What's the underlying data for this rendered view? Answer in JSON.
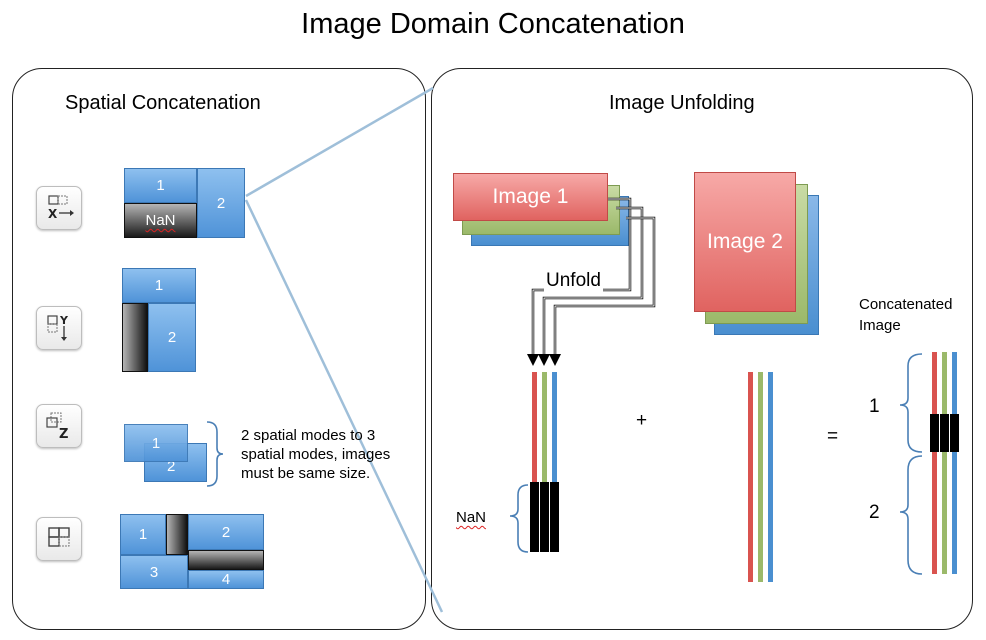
{
  "title": "Image Domain Concatenation",
  "left_panel": {
    "title": "Spatial Concatenation",
    "icons": [
      "concat-x-icon",
      "concat-y-icon",
      "concat-z-icon",
      "concat-quad-icon"
    ],
    "icon_glyphs": {
      "x": "X",
      "y": "Y",
      "z": "Z"
    },
    "row_x": {
      "block1": "1",
      "block2": "2",
      "nan": "NaN"
    },
    "row_y": {
      "block1": "1",
      "block2": "2"
    },
    "row_z": {
      "block1": "1",
      "block2": "2",
      "note": "2 spatial modes to 3 spatial modes, images must be same size."
    },
    "row_quad": {
      "block1": "1",
      "block2": "2",
      "block3": "3",
      "block4": "4"
    }
  },
  "right_panel": {
    "title": "Image Unfolding",
    "image1_label": "Image 1",
    "image2_label": "Image 2",
    "unfold_label": "Unfold",
    "nan_label": "NaN",
    "plus": "+",
    "equals": "=",
    "concatenated_label": "Concatenated Image",
    "part1": "1",
    "part2": "2"
  },
  "colors": {
    "red": "#d9534f",
    "green": "#9bb96a",
    "blue": "#4a8fd0",
    "connector": "#9fbfd9"
  }
}
